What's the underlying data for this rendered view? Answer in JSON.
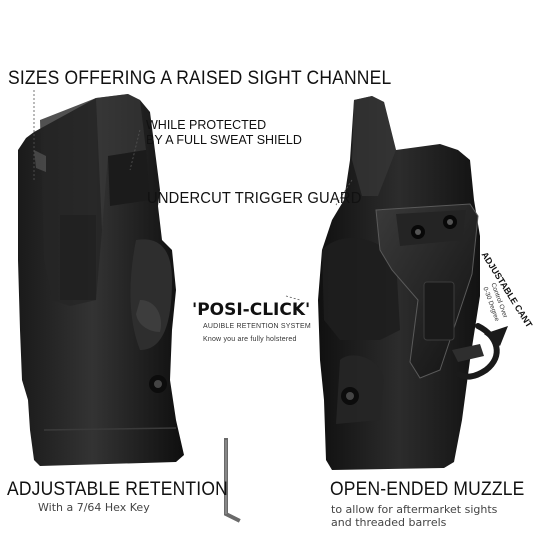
{
  "labels": {
    "headline": "SIZES OFFERING A RAISED SIGHT CHANNEL",
    "sweat_shield_line1": "WHILE PROTECTED",
    "sweat_shield_line2": "BY A FULL SWEAT SHIELD",
    "trigger_guard": "UNDERCUT TRIGGER GUARD",
    "posi_click": "'POSI-CLICK'",
    "posi_click_sub": "AUDIBLE RETENTION SYSTEM",
    "posi_click_note": "Know you are fully holstered",
    "cant_title": "ADJUSTABLE CANT",
    "cant_line1": "Control Over",
    "cant_line2": "0-30 Degree",
    "retention_title": "ADJUSTABLE RETENTION",
    "retention_sub": "With a 7/64 Hex Key",
    "muzzle_title": "OPEN-ENDED MUZZLE",
    "muzzle_sub_line1": "to allow for aftermarket sights",
    "muzzle_sub_line2": "and threaded barrels"
  },
  "colors": {
    "holster_dark": "#141414",
    "holster_mid": "#2a2a2a",
    "holster_light": "#4a4a4a",
    "text": "#111111",
    "subtext": "#444444"
  },
  "icons": {
    "hex_key": "hex-key-icon",
    "cant_arrow": "curved-arrow-icon"
  }
}
